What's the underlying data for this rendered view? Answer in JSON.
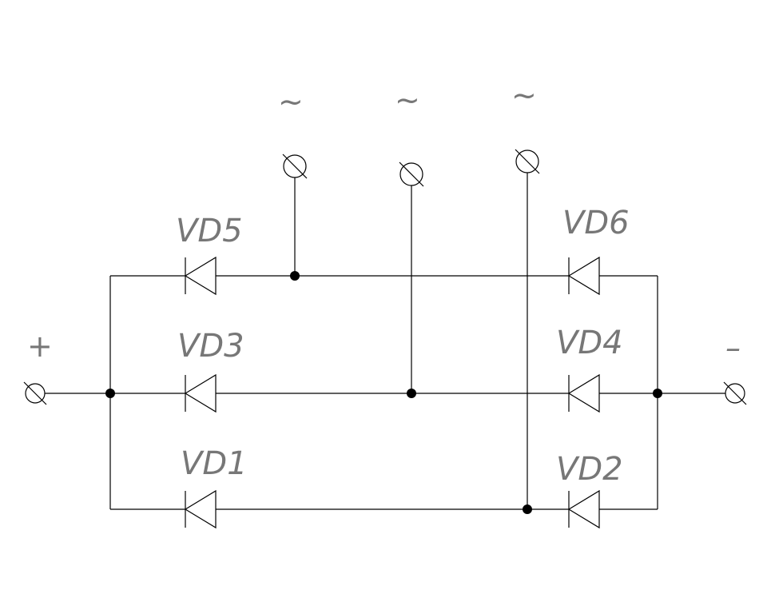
{
  "diodes": {
    "vd1": "VD1",
    "vd2": "VD2",
    "vd3": "VD3",
    "vd4": "VD4",
    "vd5": "VD5",
    "vd6": "VD6"
  },
  "terminals": {
    "plus": "+",
    "minus": "–",
    "ac1": "~",
    "ac2": "~",
    "ac3": "~"
  },
  "colors": {
    "line": "#000000",
    "label": "#777777",
    "background": "#ffffff"
  }
}
